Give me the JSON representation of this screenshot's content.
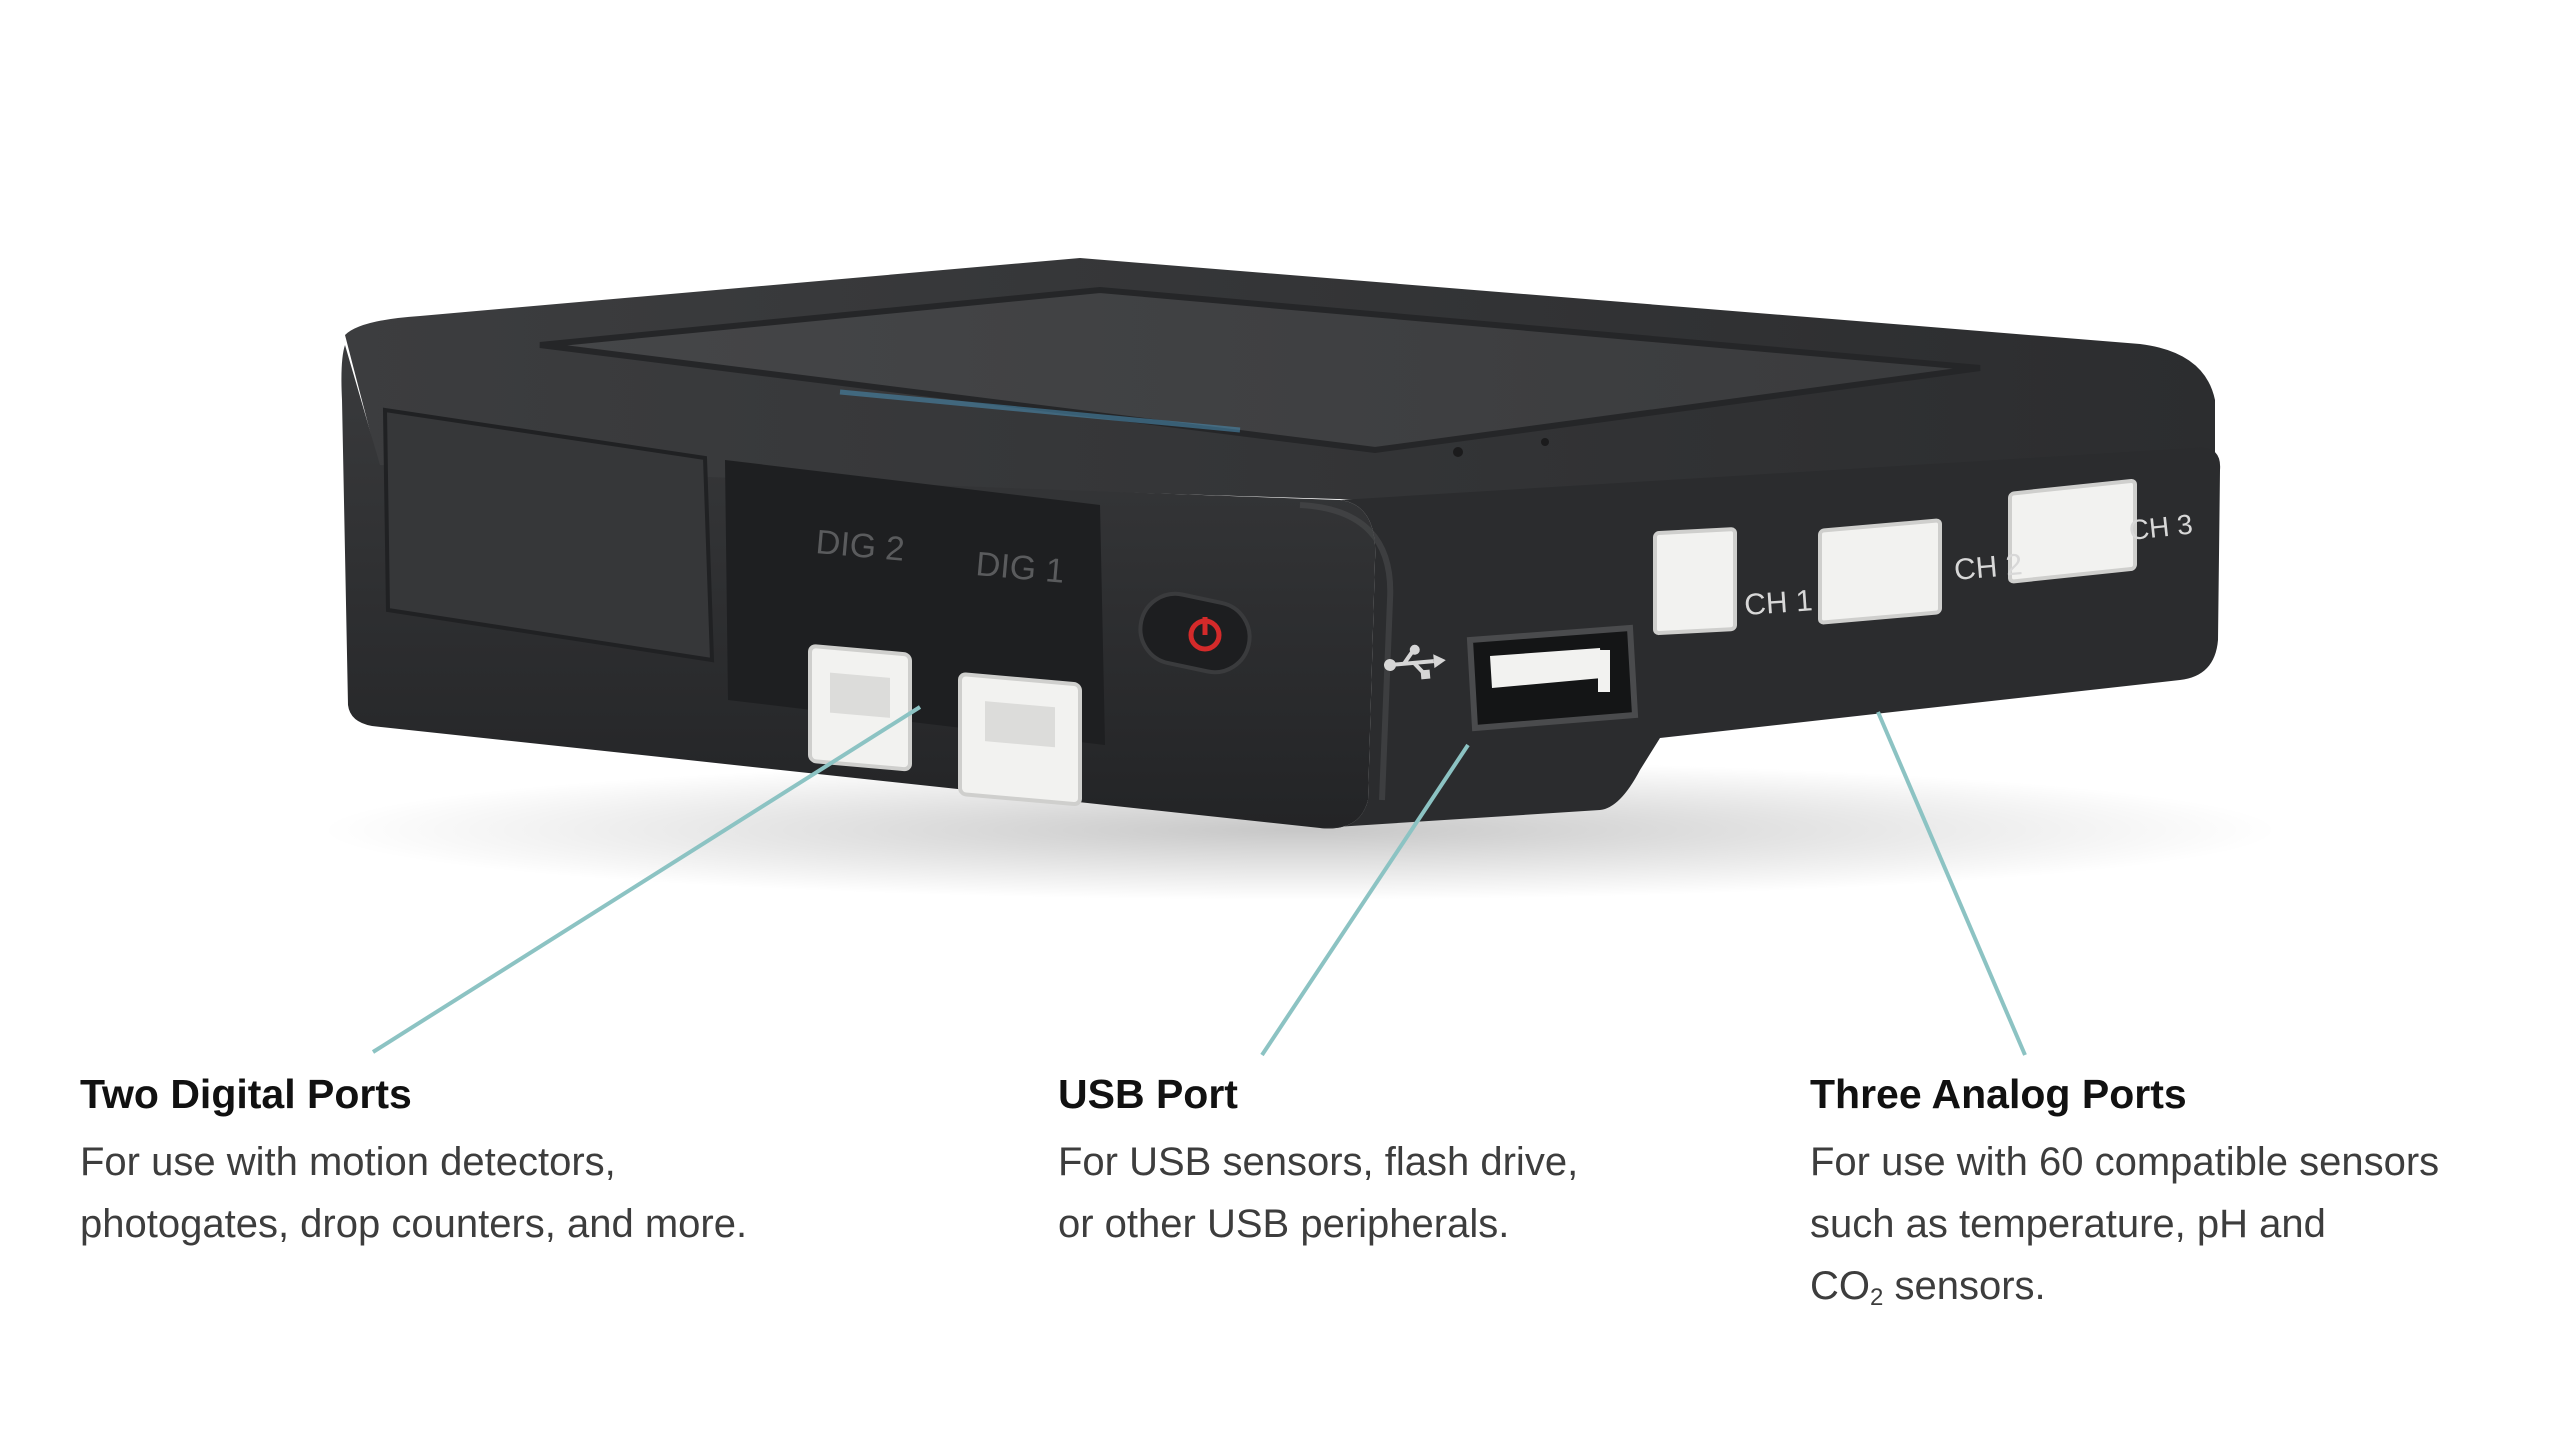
{
  "device": {
    "port_labels": {
      "dig2": "DIG 2",
      "dig1": "DIG 1",
      "ch1": "CH 1",
      "ch2": "CH 2",
      "ch3": "CH 3"
    },
    "icons": [
      "usb-icon",
      "power-icon"
    ],
    "colors": {
      "body": "#2e2f31",
      "screen": "#3b3c3e",
      "port_insert": "#f2f2f0",
      "power_accent": "#d42a2a",
      "leader_line": "#8cc3c3"
    }
  },
  "callouts": {
    "digital": {
      "title": "Two Digital Ports",
      "line1": "For use with motion detectors,",
      "line2": "photogates, drop counters, and more."
    },
    "usb": {
      "title": "USB Port",
      "line1": "For USB sensors, flash drive,",
      "line2": "or other USB peripherals."
    },
    "analog": {
      "title": "Three Analog Ports",
      "line1": "For use with 60 compatible sensors",
      "line2": "such as temperature, pH and",
      "line3_pre": "CO",
      "line3_sub": "2",
      "line3_post": " sensors."
    }
  }
}
